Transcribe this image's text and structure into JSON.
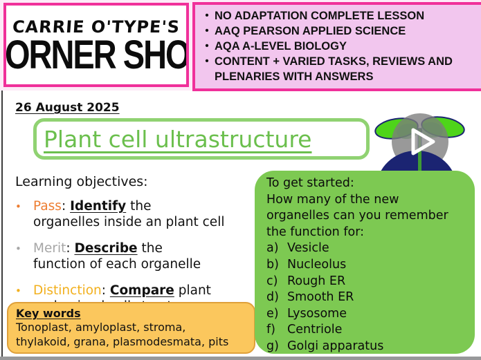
{
  "banner": {
    "logo_line1": "CARRIE O'TYPE'S",
    "logo_line2": "CORNER SHOP",
    "bullet_glyph": "•",
    "bullets": [
      "NO ADAPTATION COMPLETE LESSON",
      "AAQ PEARSON APPLIED SCIENCE",
      "AQA A-LEVEL BIOLOGY",
      "CONTENT + VARIED TASKS, REVIEWS AND PLENARIES WITH ANSWERS"
    ]
  },
  "slide": {
    "date": "26 August 2025",
    "title": "Plant cell ultrastructure",
    "objectives": {
      "heading": "Learning objectives:",
      "sep": ": ",
      "bullet_glyph": "•",
      "items": [
        {
          "level": "Pass",
          "verb": "Identify",
          "line1_rest": " the",
          "line2": "organelles inside an plant cell",
          "color": "#ed7d31"
        },
        {
          "level": "Merit",
          "verb": "Describe",
          "line1_rest": " the",
          "line2": "function of each organelle",
          "color": "#a6a6a6"
        },
        {
          "level": "Distinction",
          "verb": "Compare",
          "line1_rest": " plant",
          "line2": "and animal cell structure",
          "color": "#f2b01e"
        }
      ]
    },
    "keywords": {
      "heading": "Key words",
      "body": "Tonoplast, amyloplast, stroma, thylakoid, grana, plasmodesmata, pits"
    },
    "starter": {
      "line1": "To get started:",
      "line2": "How many of the new",
      "line3": "organelles can you remember",
      "line4": "the function for:",
      "items": [
        {
          "letter": "a)",
          "text": "Vesicle"
        },
        {
          "letter": "b)",
          "text": "Nucleolus"
        },
        {
          "letter": "c)",
          "text": "Rough ER"
        },
        {
          "letter": "d)",
          "text": "Smooth ER"
        },
        {
          "letter": "e)",
          "text": "Lysosome"
        },
        {
          "letter": "f)",
          "text": "Centriole"
        },
        {
          "letter": "g)",
          "text": "Golgi apparatus"
        }
      ]
    },
    "video": {
      "icon": "play-icon"
    }
  },
  "colors": {
    "magenta_border": "#f0309a",
    "banner_bg": "#fdeaf7",
    "panel_bg": "#f2c6ee",
    "title_green": "#6bbf4d",
    "title_border_green": "#90d272",
    "starter_green": "#7dc952",
    "keywords_bg": "#fbc75d",
    "keywords_border": "#dfa03a",
    "navy": "#1b2472",
    "leaf_green": "#4ed41a",
    "pass_orange": "#ed7d31",
    "merit_gray": "#a6a6a6",
    "distinction_gold": "#f2b01e",
    "bottom_strip_gray": "#97989a"
  }
}
